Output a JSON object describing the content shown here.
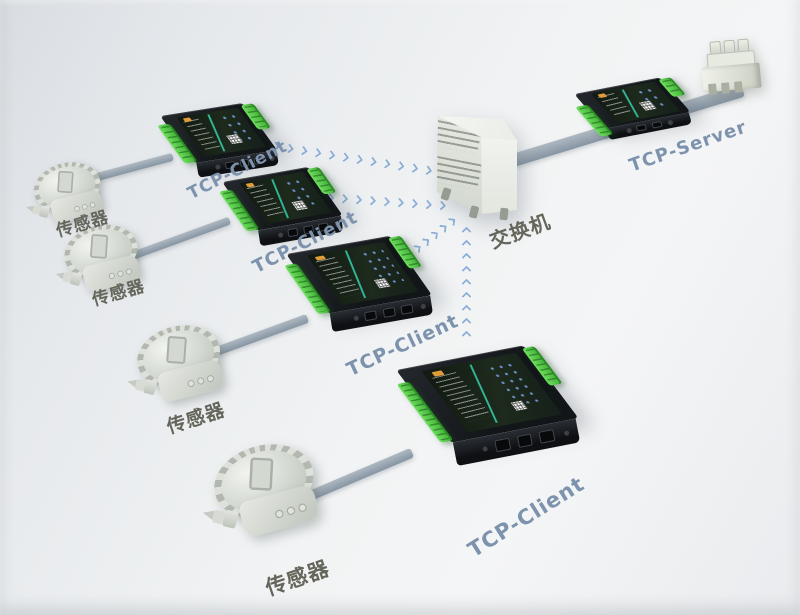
{
  "nodes": {
    "sensors": [
      {
        "label": "传感器"
      },
      {
        "label": "传感器"
      },
      {
        "label": "传感器"
      },
      {
        "label": "传感器"
      }
    ],
    "clients": [
      {
        "label": "TCP-Client"
      },
      {
        "label": "TCP-Client"
      },
      {
        "label": "TCP-Client"
      },
      {
        "label": "TCP-Client"
      }
    ],
    "switch": {
      "label": "交换机"
    },
    "server": {
      "label": "TCP-Server"
    }
  },
  "flows": [
    {
      "name": "client1-to-switch",
      "direction": "right",
      "count": 13
    },
    {
      "name": "client2-to-switch",
      "direction": "right",
      "count": 9
    },
    {
      "name": "client3-to-switch",
      "direction": "up-right",
      "count": 8
    },
    {
      "name": "client4-to-switch",
      "direction": "up",
      "count": 9
    }
  ],
  "colors": {
    "chevron": "#83a8d5",
    "client_label": "#7d93ad",
    "sensor_label": "#65665b",
    "terminal_green": "#4fc447",
    "cable": "#8e9ba8",
    "device_body": "#17191c"
  }
}
